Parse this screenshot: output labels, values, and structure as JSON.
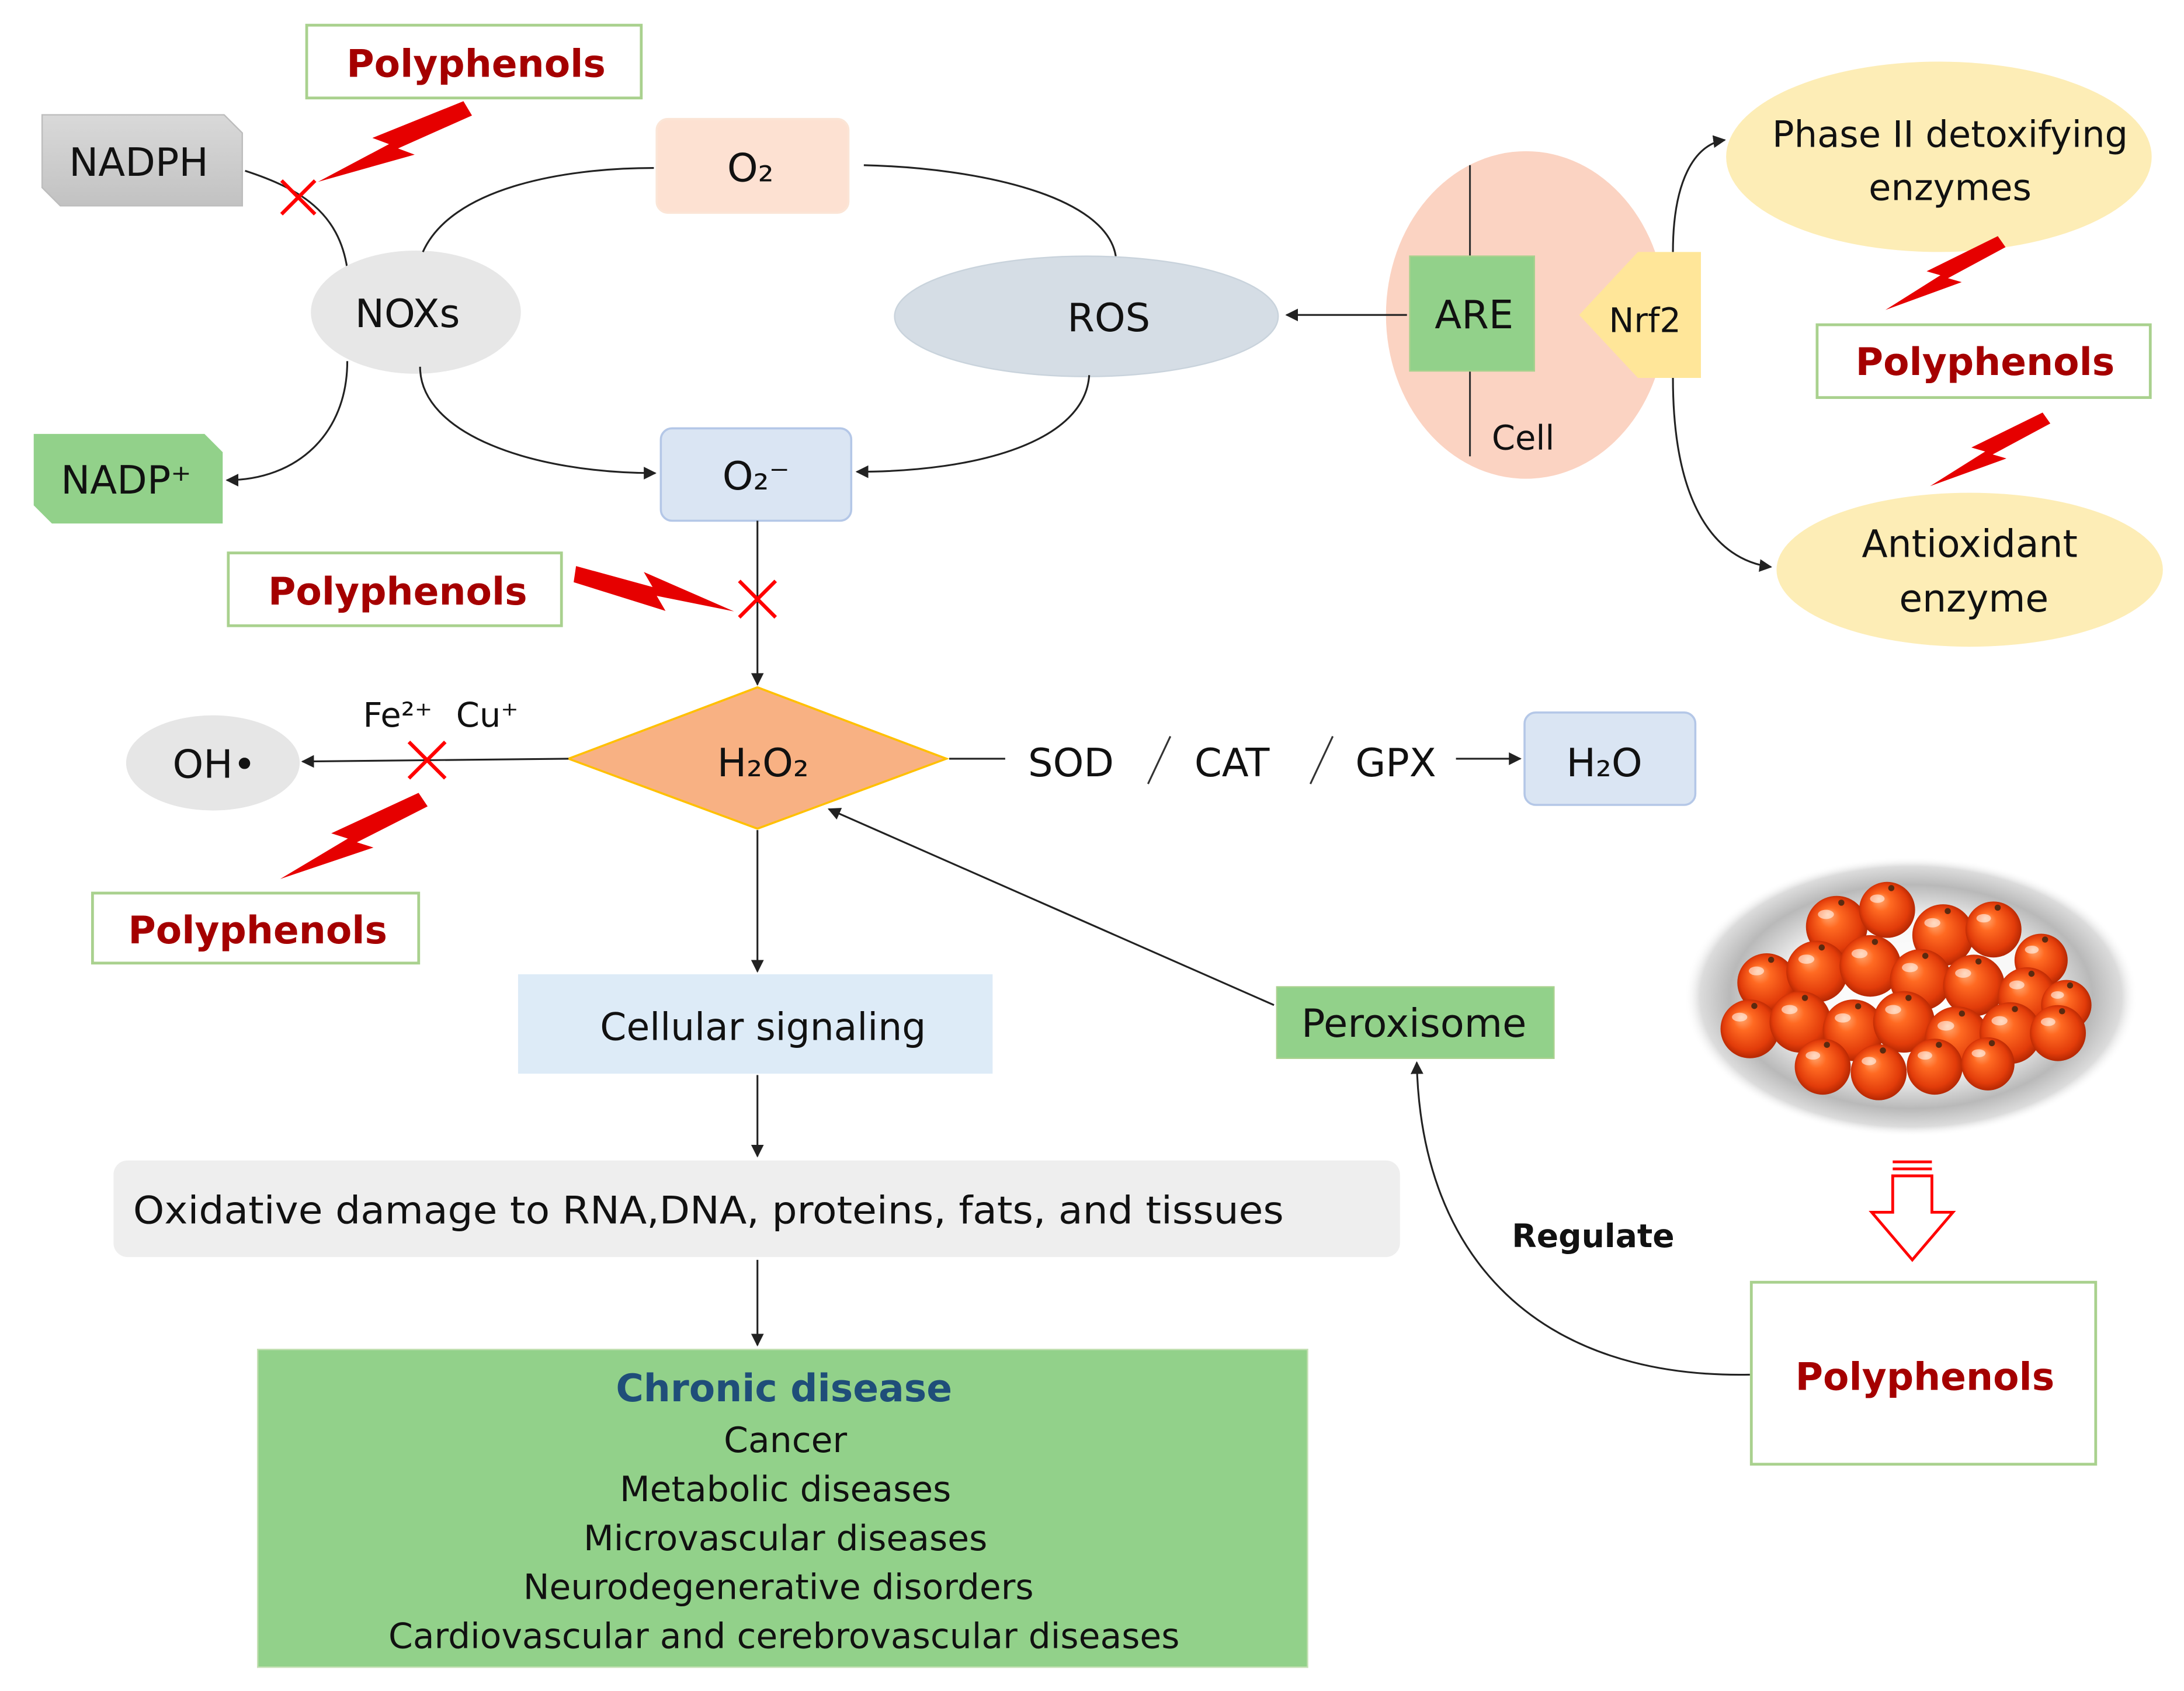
{
  "diagram": {
    "nadph": "NADPH",
    "noxs": "NOXs",
    "o2": "O₂",
    "ros": "ROS",
    "superoxide": "O₂⁻",
    "nadp_plus": "NADP⁺",
    "h2o2": "H₂O₂",
    "hydroxyl_radical": "OH•",
    "metal_ions": [
      "Fe²⁺",
      "Cu⁺"
    ],
    "enzymes": [
      "SOD",
      "CAT",
      "GPX"
    ],
    "h2o": "H₂O",
    "are": "ARE",
    "cell": "Cell",
    "nrf2": "Nrf2",
    "phase2_enzymes": [
      "Phase II detoxifying",
      "enzymes"
    ],
    "antioxidant_enzyme": [
      "Antioxidant",
      "enzyme"
    ],
    "cellular_signaling": "Cellular signaling",
    "oxidative_damage": "Oxidative damage to RNA,DNA, proteins, fats, and tissues",
    "peroxisome": "Peroxisome",
    "regulate": "Regulate"
  },
  "polyphenols": [
    "Polyphenols",
    "Polyphenols",
    "Polyphenols",
    "Polyphenols",
    "Polyphenols"
  ],
  "chronic_disease": {
    "title": "Chronic disease",
    "items": [
      "Cancer",
      "Metabolic diseases",
      "Microvascular diseases",
      "Neurodegenerative disorders",
      "Cardiovascular and cerebrovascular diseases"
    ]
  },
  "colors": {
    "polyphenols_text": "#a50000",
    "chronic_title": "#1f4e79",
    "green_box": "#92d18a",
    "box_outline_green": "#a9d18e",
    "bolt_red": "#e60000",
    "inhibition_red": "#ff0000",
    "hollow_arrow_red": "#ff0000"
  }
}
